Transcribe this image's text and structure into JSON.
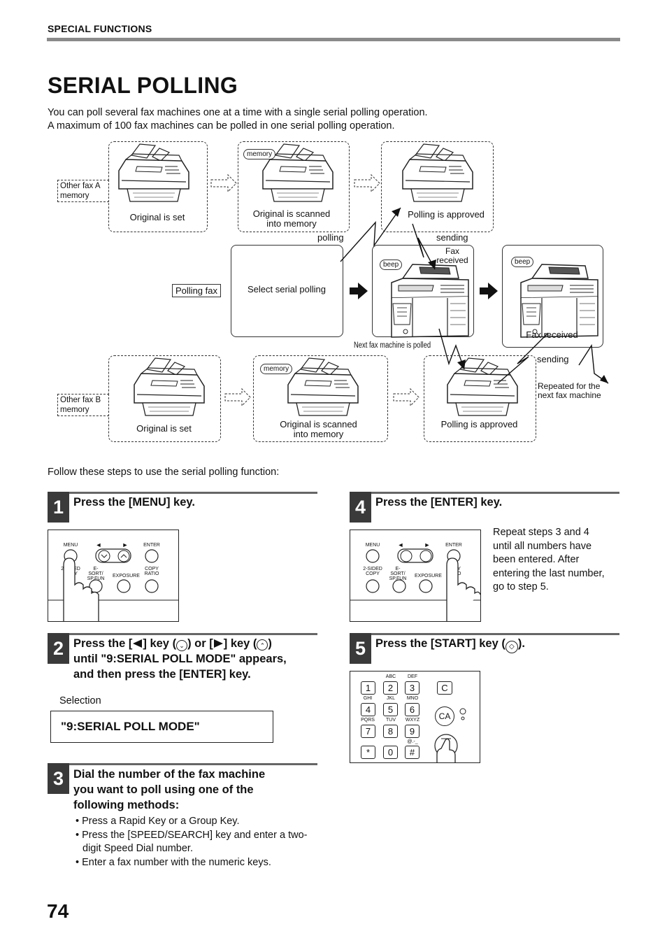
{
  "header": {
    "section": "SPECIAL FUNCTIONS"
  },
  "title": "SERIAL POLLING",
  "intro": [
    "You can poll several fax machines one at a time with a single serial polling operation.",
    "A maximum of 100 fax machines can be polled in one serial polling operation."
  ],
  "diagram": {
    "tag_a": [
      "Other fax A",
      "memory"
    ],
    "tag_b": [
      "Other fax B",
      "memory"
    ],
    "tag_polling": "Polling fax",
    "row1": {
      "box1_caption": "Original is set",
      "box2_caption": [
        "Original is scanned",
        "into memory"
      ],
      "box3_caption": "Polling is approved",
      "memory_bubble": "memory"
    },
    "middle": {
      "select_label": "Select serial polling",
      "polling_label": "polling",
      "sending_label": "sending",
      "fax_received_1": [
        "Fax",
        "received"
      ],
      "beep_1": "beep",
      "beep_2": "beep",
      "fax_received_2": "Fax received",
      "next_fax": "Next fax machine is polled"
    },
    "row3": {
      "box1_caption": "Original is set",
      "box2_caption": [
        "Original is scanned",
        "into memory"
      ],
      "box3_caption": "Polling is approved",
      "memory_bubble": "memory",
      "sending_label": "sending",
      "repeated": [
        "Repeated for the",
        "next fax machine"
      ]
    }
  },
  "follow_text": "Follow these steps to use the serial polling function:",
  "steps": [
    {
      "num": "1",
      "title": "Press the [MENU] key."
    },
    {
      "num": "2",
      "title_parts": [
        "Press the [",
        "] key (",
        ") or [",
        "] key (",
        ")"
      ],
      "title_lines": [
        "until \"9:SERIAL POLL MODE\" appears,",
        "and then press the [ENTER] key."
      ],
      "selection_label": "Selection",
      "display": "\"9:SERIAL POLL MODE\""
    },
    {
      "num": "3",
      "title_lines": [
        "Dial the number of the fax machine",
        "you want to poll using one of the",
        "following methods:"
      ],
      "bullets": [
        "Press a Rapid Key or a Group Key.",
        "Press the [SPEED/SEARCH] key and enter a two-digit Speed Dial number.",
        "Enter a fax number with the numeric keys."
      ]
    },
    {
      "num": "4",
      "title": "Press the [ENTER] key.",
      "body_lines": [
        "Repeat steps 3 and 4",
        "until all numbers have",
        "been entered. After",
        "entering the last number,",
        "go to step 5."
      ]
    },
    {
      "num": "5",
      "title_parts": [
        "Press the [START] key (",
        ")."
      ]
    }
  ],
  "panel_keys": {
    "menu": "MENU",
    "left": "◄",
    "right": "►",
    "enter": "ENTER",
    "two_sided": [
      "2-SIDED",
      "COPY"
    ],
    "esort": [
      "E-SORT/",
      "SP.FUN"
    ],
    "exposure": "EXPOSURE",
    "copy_ratio": [
      "COPY",
      "RATIO"
    ]
  },
  "keypad": {
    "keys": [
      "1",
      "2",
      "3",
      "4",
      "5",
      "6",
      "7",
      "8",
      "9",
      "*",
      "0",
      "#"
    ],
    "letters": [
      "",
      "ABC",
      "DEF",
      "GHI",
      "JKL",
      "MNO",
      "PQRS",
      "TUV",
      "WXYZ",
      "",
      "",
      "@.-_"
    ],
    "c": "C",
    "ca": "CA"
  },
  "page_number": "74"
}
